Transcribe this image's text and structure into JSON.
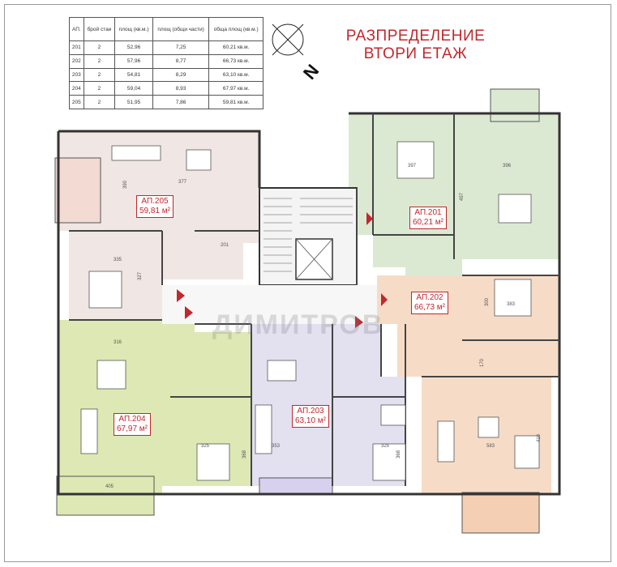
{
  "table": {
    "headers": [
      "АП.",
      "брой стаи",
      "площ (кв.м.)",
      "площ (общи части)",
      "обща площ (кв.м.)"
    ],
    "rows": [
      [
        "201",
        "2",
        "52,96",
        "7,25",
        "60,21 кв.м."
      ],
      [
        "202",
        "2",
        "57,96",
        "8,77",
        "66,73 кв.м."
      ],
      [
        "203",
        "2",
        "54,81",
        "8,29",
        "63,10 кв.м."
      ],
      [
        "204",
        "2",
        "59,04",
        "8,93",
        "67,97 кв.м."
      ],
      [
        "205",
        "2",
        "51,95",
        "7,86",
        "59,81 кв.м."
      ]
    ]
  },
  "title": {
    "line1": "РАЗПРЕДЕЛЕНИЕ",
    "line2": "ВТОРИ ЕТАЖ"
  },
  "north": "N",
  "apartments": {
    "a205": {
      "name": "АП.205",
      "area": "59,81 м²",
      "color": "#f0e6e3"
    },
    "a201": {
      "name": "АП.201",
      "area": "60,21 м²",
      "color": "#dbe9d3"
    },
    "a202": {
      "name": "АП.202",
      "area": "66,73 м²",
      "color": "#f6dcc7"
    },
    "a204": {
      "name": "АП.204",
      "area": "67,97 м²",
      "color": "#dde8b4"
    },
    "a203": {
      "name": "АП.203",
      "area": "63,10 м²",
      "color": "#e3e0f0"
    }
  },
  "dims": {
    "d1": "377",
    "d2": "390",
    "d3": "335",
    "d4": "327",
    "d5": "201",
    "d6": "397",
    "d7": "396",
    "d8": "497",
    "d9": "383",
    "d10": "300",
    "d11": "316",
    "d12": "353",
    "d13": "325",
    "d14": "368",
    "d15": "583",
    "d16": "325",
    "d17": "368",
    "d18": "410",
    "d19": "405",
    "d20": "170"
  },
  "colors": {
    "wall": "#333333",
    "arrow": "#c0282d",
    "stair": "#d9d9d9"
  },
  "watermark": "ДИМИТРОВ"
}
